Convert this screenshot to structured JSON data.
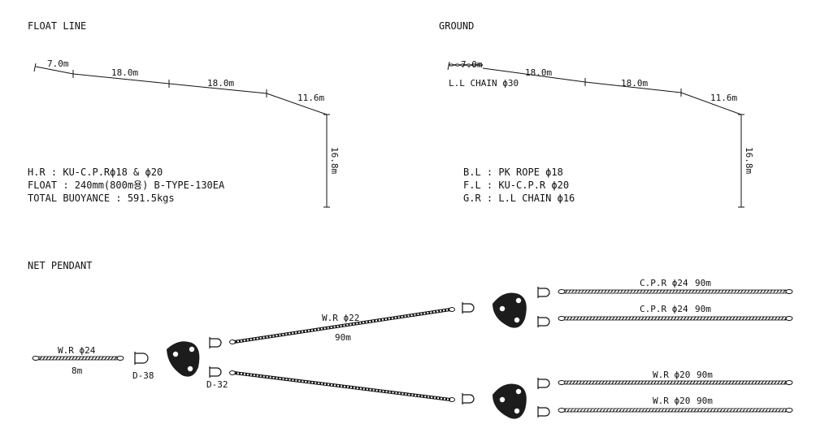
{
  "float_line": {
    "title": "FLOAT LINE",
    "segments": [
      "7.0m",
      "18.0m",
      "18.0m",
      "11.6m",
      "16.8m"
    ],
    "specs": [
      "H.R : KU-C.P.Rϕ18 & ϕ20",
      "FLOAT : 240mm(800m용) B-TYPE-130EA",
      "TOTAL BUOYANCE : 591.5kgs"
    ]
  },
  "ground": {
    "title": "GROUND",
    "segments": [
      "7.0m",
      "18.0m",
      "18.0m",
      "11.6m",
      "16.8m"
    ],
    "chain_label": "L.L CHAIN ϕ30",
    "specs": [
      "B.L : PK ROPE ϕ18",
      "F.L : KU-C.P.R ϕ20",
      "G.R : L.L CHAIN ϕ16"
    ]
  },
  "net_pendant": {
    "title": "NET PENDANT",
    "left_rope": {
      "spec": "W.R ϕ24",
      "length": "8m"
    },
    "shackle_left": "D-38",
    "shackle_mid": "D-32",
    "mid_rope": {
      "spec": "W.R ϕ22",
      "length": "90m"
    },
    "right_ropes": [
      {
        "spec": "C.P.R ϕ24",
        "length": "90m"
      },
      {
        "spec": "C.P.R ϕ24",
        "length": "90m"
      },
      {
        "spec": "W.R ϕ20",
        "length": "90m"
      },
      {
        "spec": "W.R ϕ20",
        "length": "90m"
      }
    ]
  }
}
